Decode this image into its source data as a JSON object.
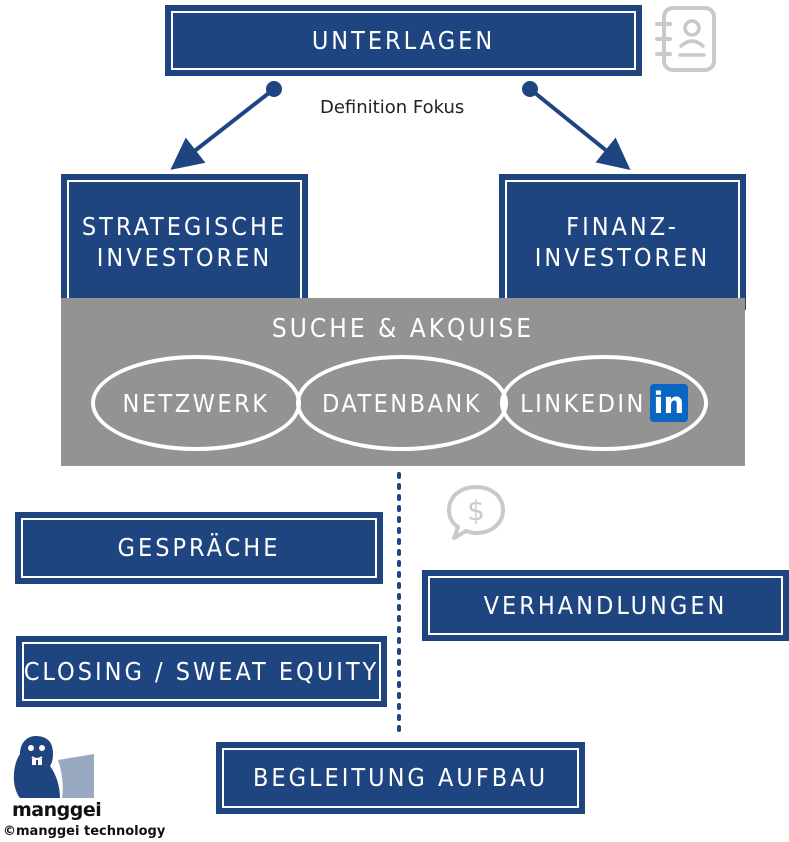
{
  "header": {
    "title": "UNTERLAGEN"
  },
  "definition_label": "Definition Fokus",
  "investors": {
    "strategic": [
      "STRATEGISCHE",
      "INVESTOREN"
    ],
    "financial": [
      "FINANZ-",
      "INVESTOREN"
    ]
  },
  "search": {
    "title": "SUCHE & AKQUISE",
    "channels": [
      "NETZWERK",
      "DATENBANK",
      "LINKEDIN"
    ],
    "linkedin_badge": "in"
  },
  "steps": {
    "talks": "GESPRÄCHE",
    "negotiations": "VERHANDLUNGEN",
    "closing": "CLOSING / SWEAT EQUITY",
    "support": "BEGLEITUNG AUFBAU"
  },
  "icons": {
    "notebook": "notebook-icon",
    "money": "dollar-chat-icon",
    "logo": "beaver-logo-icon"
  },
  "colors": {
    "navy": "#1f4580",
    "panel_gray": "#939393",
    "icon_gray": "#c9c9c9",
    "linkedin_blue": "#0a66c2"
  },
  "brand": {
    "name": "manggei",
    "copyright": "©manggei technology"
  }
}
